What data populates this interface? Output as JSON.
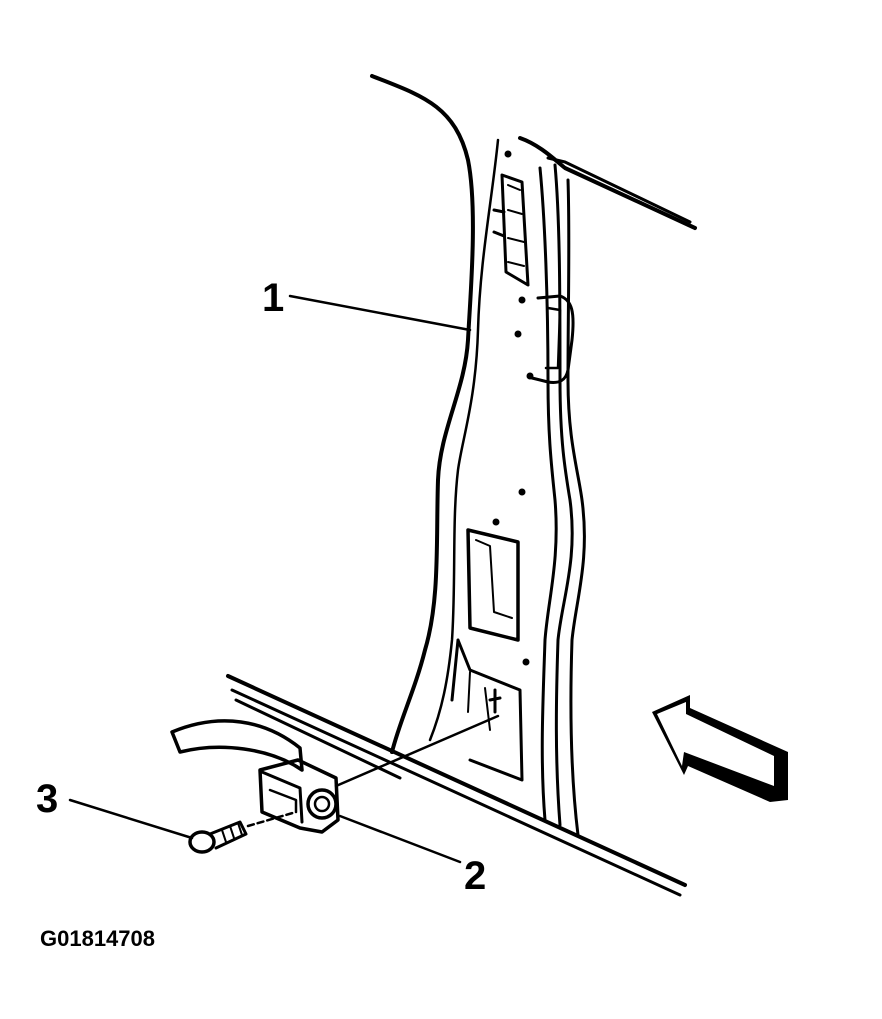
{
  "callouts": [
    {
      "id": "1",
      "label": "1"
    },
    {
      "id": "2",
      "label": "2"
    },
    {
      "id": "3",
      "label": "3"
    }
  ],
  "figure_id": "G01814708",
  "colors": {
    "ink": "#000000",
    "paper": "#ffffff"
  }
}
